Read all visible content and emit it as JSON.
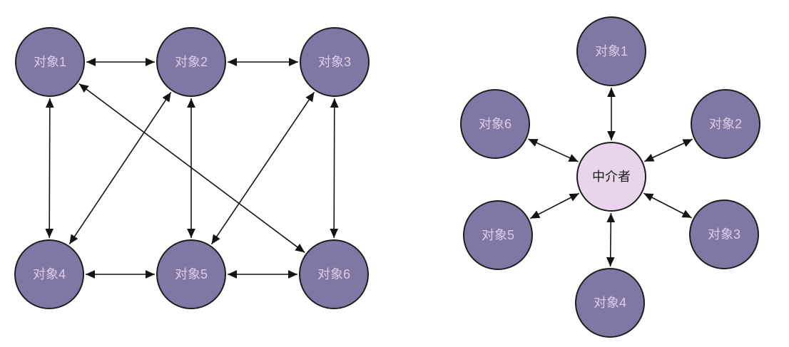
{
  "figure": {
    "description_left_panel": "mesh-network-of-objects",
    "description_right_panel": "mediator-star-network"
  },
  "colors": {
    "background": "#ffffff",
    "node_fill": "#8177A4",
    "node_stroke": "#1E1E1E",
    "node_label": "#D9CFE9",
    "mediator_fill": "#E9D5EB",
    "mediator_stroke": "#1E1E1E",
    "mediator_label": "#1A1A1A",
    "arrow": "#141414"
  },
  "left_diagram": {
    "nodes": [
      {
        "id": "l1",
        "label": "对象1"
      },
      {
        "id": "l2",
        "label": "对象2"
      },
      {
        "id": "l3",
        "label": "对象3"
      },
      {
        "id": "l4",
        "label": "对象4"
      },
      {
        "id": "l5",
        "label": "对象5"
      },
      {
        "id": "l6",
        "label": "对象6"
      }
    ],
    "edges": [
      {
        "from": "l1",
        "to": "l2",
        "bidirectional": true
      },
      {
        "from": "l2",
        "to": "l3",
        "bidirectional": true
      },
      {
        "from": "l4",
        "to": "l5",
        "bidirectional": true
      },
      {
        "from": "l5",
        "to": "l6",
        "bidirectional": true
      },
      {
        "from": "l1",
        "to": "l4",
        "bidirectional": true
      },
      {
        "from": "l2",
        "to": "l5",
        "bidirectional": true
      },
      {
        "from": "l3",
        "to": "l6",
        "bidirectional": true
      },
      {
        "from": "l2",
        "to": "l4",
        "bidirectional": true
      },
      {
        "from": "l3",
        "to": "l5",
        "bidirectional": true
      },
      {
        "from": "l1",
        "to": "l6",
        "bidirectional": true
      }
    ]
  },
  "right_diagram": {
    "mediator": {
      "id": "m",
      "label": "中介者"
    },
    "nodes": [
      {
        "id": "r1",
        "label": "对象1"
      },
      {
        "id": "r2",
        "label": "对象2"
      },
      {
        "id": "r3",
        "label": "对象3"
      },
      {
        "id": "r4",
        "label": "对象4"
      },
      {
        "id": "r5",
        "label": "对象5"
      },
      {
        "id": "r6",
        "label": "对象6"
      }
    ],
    "edges": [
      {
        "from": "r1",
        "to": "m",
        "bidirectional": true
      },
      {
        "from": "r2",
        "to": "m",
        "bidirectional": true
      },
      {
        "from": "r3",
        "to": "m",
        "bidirectional": true
      },
      {
        "from": "r4",
        "to": "m",
        "bidirectional": true
      },
      {
        "from": "r5",
        "to": "m",
        "bidirectional": true
      },
      {
        "from": "r6",
        "to": "m",
        "bidirectional": true
      }
    ]
  }
}
